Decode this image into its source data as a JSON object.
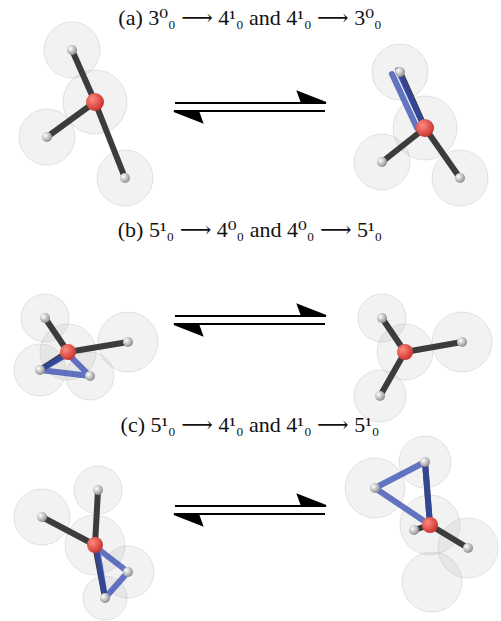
{
  "diagram": {
    "labels": [
      "(a) 3⁰₀ ⟶ 4¹₀ and 4¹₀ ⟶ 3⁰₀",
      "(b) 5¹₀ ⟶ 4⁰₀ and 4⁰₀ ⟶ 5¹₀",
      "(c) 5¹₀ ⟶ 4¹₀ and 4¹₀ ⟶ 5¹₀"
    ]
  }
}
